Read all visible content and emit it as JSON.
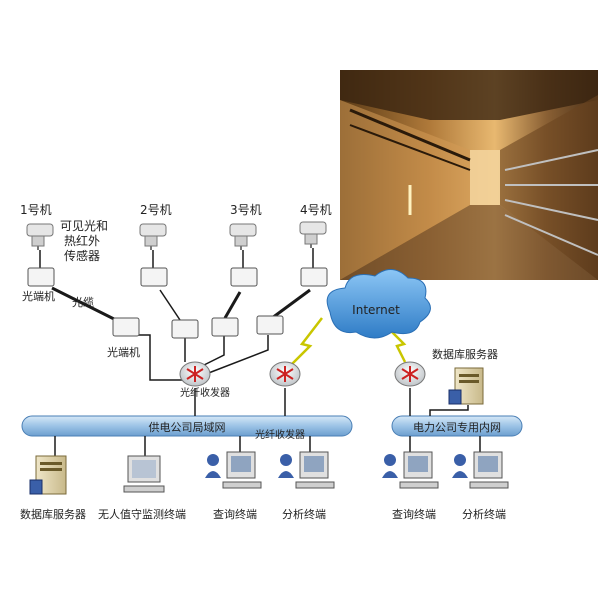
{
  "cameras": [
    {
      "label": "1号机"
    },
    {
      "label": "2号机"
    },
    {
      "label": "3号机"
    },
    {
      "label": "4号机"
    }
  ],
  "sensor_note": [
    "可见光和",
    "热红外",
    "传感器"
  ],
  "labels": {
    "optical_cable": "光缆",
    "optical_terminal_top": "光端机",
    "optical_terminal_mid": "光端机",
    "transceiver_a": "光纤收发器",
    "transceiver_b": "光纤收发器",
    "internet": "Internet",
    "db_server_right": "数据库服务器"
  },
  "networks": {
    "lan": "供电公司局域网",
    "intranet": "电力公司专用内网"
  },
  "terminals": [
    {
      "label": "数据库服务器"
    },
    {
      "label": "无人值守监测终端"
    },
    {
      "label": "查询终端"
    },
    {
      "label": "分析终端"
    },
    {
      "label": "查询终端"
    },
    {
      "label": "分析终端"
    }
  ],
  "photo": {
    "subject": "tunnel-photo"
  },
  "colors": {
    "bus_fill": "#9cc3e6",
    "bus_stroke": "#4a7fb5",
    "line": "#1a1a1a",
    "lightning": "#c9c600",
    "cloud": "#3f8fd8",
    "router": "#cc2222"
  }
}
